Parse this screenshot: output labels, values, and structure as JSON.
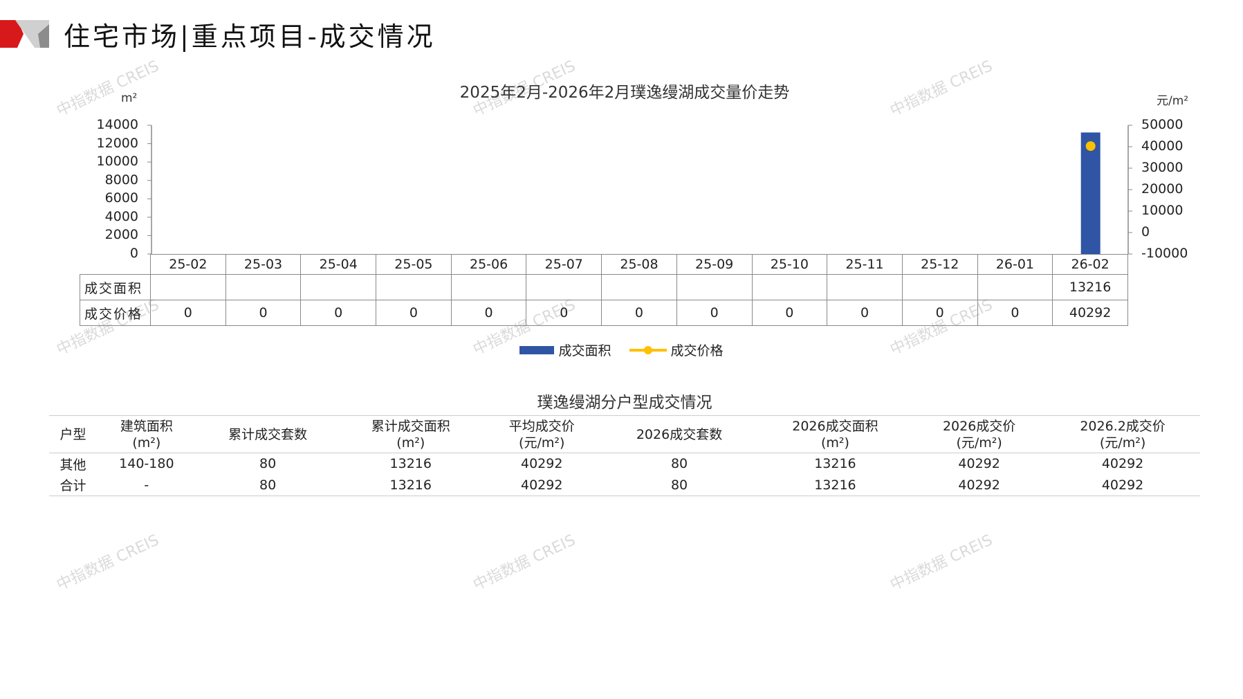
{
  "header": {
    "title": "住宅市场|重点项目-成交情况",
    "brand_colors": {
      "red": "#d7191c",
      "grey": "#bfbfbf"
    }
  },
  "watermark": "中指数据 CREIS",
  "chart_data": {
    "type": "bar+line",
    "title": "2025年2月-2026年2月璞逸缦湖成交量价走势",
    "ylabel_left": "m²",
    "ylabel_right": "元/m²",
    "ylim_left": [
      0,
      14000
    ],
    "yticks_left": [
      "14000",
      "12000",
      "10000",
      "8000",
      "6000",
      "4000",
      "2000",
      "0"
    ],
    "ylim_right": [
      -10000,
      50000
    ],
    "yticks_right": [
      "50000",
      "40000",
      "30000",
      "20000",
      "10000",
      "0",
      "-10000"
    ],
    "categories": [
      "25-02",
      "25-03",
      "25-04",
      "25-05",
      "25-06",
      "25-07",
      "25-08",
      "25-09",
      "25-10",
      "25-11",
      "25-12",
      "26-01",
      "26-02"
    ],
    "series": [
      {
        "name": "成交面积",
        "type": "bar",
        "axis": "left",
        "color": "#2f55a4",
        "values": [
          null,
          null,
          null,
          null,
          null,
          null,
          null,
          null,
          null,
          null,
          null,
          null,
          13216
        ],
        "labels": [
          "",
          "",
          "",
          "",
          "",
          "",
          "",
          "",
          "",
          "",
          "",
          "",
          "13216"
        ]
      },
      {
        "name": "成交价格",
        "type": "line",
        "axis": "right",
        "color": "#ffc000",
        "values": [
          0,
          0,
          0,
          0,
          0,
          0,
          0,
          0,
          0,
          0,
          0,
          0,
          40292
        ],
        "labels": [
          "0",
          "0",
          "0",
          "0",
          "0",
          "0",
          "0",
          "0",
          "0",
          "0",
          "0",
          "0",
          "40292"
        ]
      }
    ],
    "legend": "bottom"
  },
  "sub_table": {
    "title": "璞逸缦湖分户型成交情况",
    "headers": [
      [
        "户型",
        ""
      ],
      [
        "建筑面积",
        "(m²)"
      ],
      [
        "累计成交套数",
        ""
      ],
      [
        "累计成交面积",
        "(m²)"
      ],
      [
        "平均成交价",
        "(元/m²)"
      ],
      [
        "2026成交套数",
        ""
      ],
      [
        "2026成交面积",
        "(m²)"
      ],
      [
        "2026成交价",
        "(元/m²)"
      ],
      [
        "2026.2成交价",
        "(元/m²)"
      ]
    ],
    "rows": [
      [
        "其他",
        "140-180",
        "80",
        "13216",
        "40292",
        "80",
        "13216",
        "40292",
        "40292"
      ],
      [
        "合计",
        "-",
        "80",
        "13216",
        "40292",
        "80",
        "13216",
        "40292",
        "40292"
      ]
    ]
  }
}
